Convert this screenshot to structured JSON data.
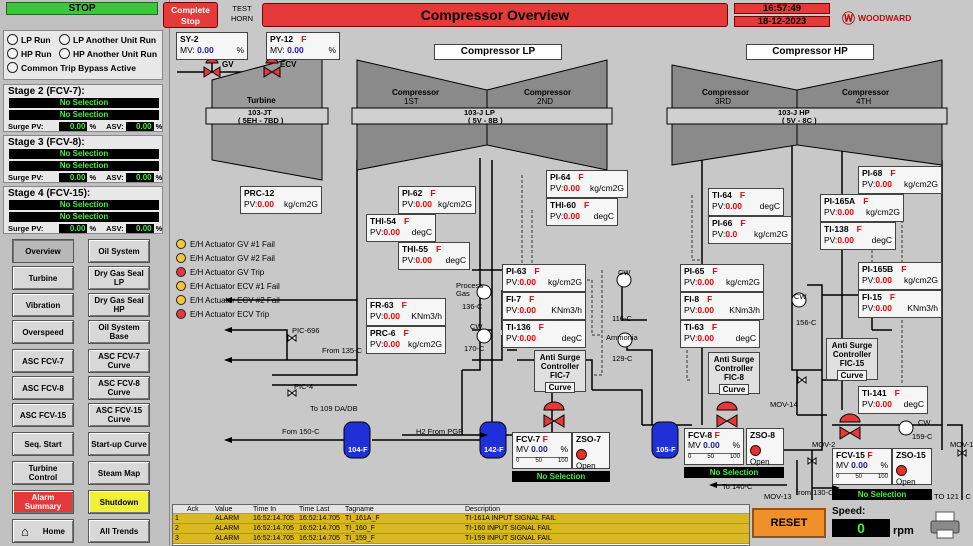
{
  "left": {
    "stop_label": "STOP",
    "run": [
      {
        "label": "LP Run"
      },
      {
        "label": "LP Another Unit Run"
      },
      {
        "label": "HP Run"
      },
      {
        "label": "HP Another Unit Run"
      },
      {
        "label": "Common Trip Bypass Active"
      }
    ],
    "stages": [
      {
        "title": "Stage 2 (FCV-7):",
        "sel1": "No Selection",
        "sel2": "No Selection",
        "surge_label": "Surge PV:",
        "surge": "0.00",
        "asv_label": "ASV:",
        "asv": "0.00",
        "unit": "%"
      },
      {
        "title": "Stage 3 (FCV-8):",
        "sel1": "No Selection",
        "sel2": "No Selection",
        "surge_label": "Surge PV:",
        "surge": "0.00",
        "asv_label": "ASV:",
        "asv": "0.00",
        "unit": "%"
      },
      {
        "title": "Stage 4 (FCV-15):",
        "sel1": "No Selection",
        "sel2": "No Selection",
        "surge_label": "Surge PV:",
        "surge": "0.00",
        "asv_label": "ASV:",
        "asv": "0.00",
        "unit": "%"
      }
    ],
    "nav": [
      "Overview",
      "Oil System",
      "Turbine",
      "Dry Gas Seal LP",
      "Vibration",
      "Dry Gas Seal HP",
      "Overspeed",
      "Oil System Base",
      "ASC FCV-7",
      "ASC FCV-7 Curve",
      "ASC FCV-8",
      "ASC FCV-8 Curve",
      "ASC FCV-15",
      "ASC FCV-15 Curve",
      "Seq. Start",
      "Start-up Curve",
      "Turbine Control",
      "Steam Map",
      "Alarm Summary",
      "Shutdown",
      "Home",
      "All Trends"
    ]
  },
  "header": {
    "complete_stop": "Complete Stop",
    "test_horn": "TEST HORN",
    "title": "Compressor Overview",
    "time": "16:57:49",
    "date": "18-12-2023",
    "brand": "WOODWARD"
  },
  "diagram": {
    "sy2": {
      "tag": "SY-2",
      "mv_label": "MV:",
      "mv": "0.00",
      "unit": "%"
    },
    "py12": {
      "tag": "PY-12",
      "flag": "F",
      "mv_label": "MV:",
      "mv": "0.00",
      "unit": "%"
    },
    "sec_lp": "Compressor LP",
    "sec_hp": "Compressor HP",
    "gv": "GV",
    "ecv": "ECV",
    "turbine": {
      "name": "Turbine",
      "id": "103-JT",
      "sub": "( 5EH - 7BD )"
    },
    "comp_lp": {
      "s1": "Compressor",
      "s1b": "1ST",
      "s2": "Compressor",
      "s2b": "2ND",
      "id": "103-J LP",
      "sub": "( 5V - 8B )"
    },
    "comp_hp": {
      "s1": "Compressor",
      "s1b": "3RD",
      "s2": "Compressor",
      "s2b": "4TH",
      "id": "103-J HP",
      "sub": "( 5V - 8C )"
    },
    "instruments": [
      {
        "tag": "PRC-12",
        "flag": "",
        "pv": "0.00",
        "unit": "kg/cm2G"
      },
      {
        "tag": "PI-62",
        "flag": "F",
        "pv": "0.00",
        "unit": "kg/cm2G"
      },
      {
        "tag": "THI-54",
        "flag": "F",
        "pv": "0.00",
        "unit": "degC"
      },
      {
        "tag": "THI-55",
        "flag": "F",
        "pv": "0.00",
        "unit": "degC"
      },
      {
        "tag": "FR-63",
        "flag": "F",
        "pv": "0.00",
        "unit": "KNm3/h"
      },
      {
        "tag": "PRC-6",
        "flag": "F",
        "pv": "0.00",
        "unit": "kg/cm2G"
      },
      {
        "tag": "PI-64",
        "flag": "F",
        "pv": "0.00",
        "unit": "kg/cm2G"
      },
      {
        "tag": "THI-60",
        "flag": "F",
        "pv": "0.00",
        "unit": "degC"
      },
      {
        "tag": "PI-63",
        "flag": "F",
        "pv": "0.00",
        "unit": "kg/cm2G"
      },
      {
        "tag": "FI-7",
        "flag": "F",
        "pv": "0.00",
        "unit": "KNm3/h"
      },
      {
        "tag": "TI-136",
        "flag": "F",
        "pv": "0.00",
        "unit": "degC"
      },
      {
        "tag": "TI-64",
        "flag": "F",
        "pv": "0.00",
        "unit": "degC"
      },
      {
        "tag": "PI-66",
        "flag": "F",
        "pv": "0.0",
        "unit": "kg/cm2G"
      },
      {
        "tag": "PI-65",
        "flag": "F",
        "pv": "0.00",
        "unit": "kg/cm2G"
      },
      {
        "tag": "FI-8",
        "flag": "F",
        "pv": "0.00",
        "unit": "KNm3/h"
      },
      {
        "tag": "TI-63",
        "flag": "F",
        "pv": "0.00",
        "unit": "degC"
      },
      {
        "tag": "PI-68",
        "flag": "F",
        "pv": "0.00",
        "unit": "kg/cm2G"
      },
      {
        "tag": "PI-165A",
        "flag": "F",
        "pv": "0.00",
        "unit": "kg/cm2G"
      },
      {
        "tag": "TI-138",
        "flag": "F",
        "pv": "0.00",
        "unit": "degC"
      },
      {
        "tag": "PI-165B",
        "flag": "F",
        "pv": "0.00",
        "unit": "kg/cm2G"
      },
      {
        "tag": "FI-15",
        "flag": "F",
        "pv": "0.00",
        "unit": "KNm3/h"
      },
      {
        "tag": "TI-141",
        "flag": "F",
        "pv": "0.00",
        "unit": "degC"
      }
    ],
    "pv_label": "PV:",
    "alarms_legend": [
      {
        "label": "E/H Actuator GV #1 Fail",
        "color": "#f2c53a"
      },
      {
        "label": "E/H Actuator GV #2 Fail",
        "color": "#f2c53a"
      },
      {
        "label": "E/H Actuator GV Trip",
        "color": "#e03a3a"
      },
      {
        "label": "E/H Actuator ECV #1 Fail",
        "color": "#f2c53a"
      },
      {
        "label": "E/H Actuator ECV #2 Fail",
        "color": "#f2c53a"
      },
      {
        "label": "E/H Actuator ECV Trip",
        "color": "#e03a3a"
      }
    ],
    "asc": [
      {
        "l1": "Anti Surge",
        "l2": "Controller",
        "l3": "FIC-7",
        "curve": "Curve"
      },
      {
        "l1": "Anti Surge",
        "l2": "Controller",
        "l3": "FIC-8",
        "curve": "Curve"
      },
      {
        "l1": "Anti Surge",
        "l2": "Controller",
        "l3": "FIC-15",
        "curve": "Curve"
      }
    ],
    "fcv": [
      {
        "tag": "FCV-7",
        "flag": "F",
        "mv_label": "MV",
        "mv": "0.00",
        "unit": "%",
        "scale": [
          "0",
          "50",
          "100"
        ],
        "zso": "ZSO-7",
        "open": "Open",
        "nosel": "No Selection"
      },
      {
        "tag": "FCV-8",
        "flag": "F",
        "mv_label": "MV",
        "mv": "0.00",
        "unit": "%",
        "scale": [
          "0",
          "50",
          "100"
        ],
        "zso": "ZSO-8",
        "open": "Open",
        "nosel": "No Selection"
      },
      {
        "tag": "FCV-15",
        "flag": "F",
        "mv_label": "MV",
        "mv": "0.00",
        "unit": "%",
        "scale": [
          "0",
          "50",
          "100"
        ],
        "zso": "ZSO-15",
        "open": "Open",
        "nosel": "No Selection"
      }
    ],
    "labels": {
      "pic696": "PIC-696",
      "from135": "From 135-C",
      "pic4": "PIC-4",
      "to109": "To 109 DA/DB",
      "form150": "Fom 150-C",
      "h2": "H2 From PGR",
      "tank104": "104-F",
      "tank142": "142-F",
      "tank105": "105-F",
      "process_gas": "Process Gas",
      "c136": "136-C",
      "cw1": "CW",
      "c170": "170-C",
      "cw2": "CW",
      "c116": "116-C",
      "ammonia": "Ammonia",
      "c129": "129-C",
      "cw3": "CW",
      "c156": "156-C",
      "cw4": "CW",
      "c159": "159-C",
      "mov14": "MOV-14",
      "mov2": "MOV-2",
      "mov1": "MOV-1",
      "mov13": "MOV-13",
      "to140": "To 140-C",
      "from130": "from 130-C",
      "to121": "TO 121 - C"
    }
  },
  "alarm_table": {
    "columns": [
      "",
      "Ack",
      "Value",
      "Time In",
      "Time Last",
      "Tagname",
      "Description"
    ],
    "rows": [
      [
        "1",
        "",
        "ALARM",
        "16:52:14.705",
        "16:52:14.705",
        "TI_161A_F",
        "TI-161A INPUT SIGNAL FAIL"
      ],
      [
        "2",
        "",
        "ALARM",
        "16:52:14.705",
        "16:52:14.705",
        "TI_160_F",
        "TI-160 INPUT SIGNAL FAIL"
      ],
      [
        "3",
        "",
        "ALARM",
        "16:52:14.705",
        "16:52:14.705",
        "TI_159_F",
        "TI-159 INPUT SIGNAL FAIL"
      ]
    ]
  },
  "reset": "RESET",
  "speed": {
    "label": "Speed:",
    "value": "0",
    "unit": "rpm"
  }
}
